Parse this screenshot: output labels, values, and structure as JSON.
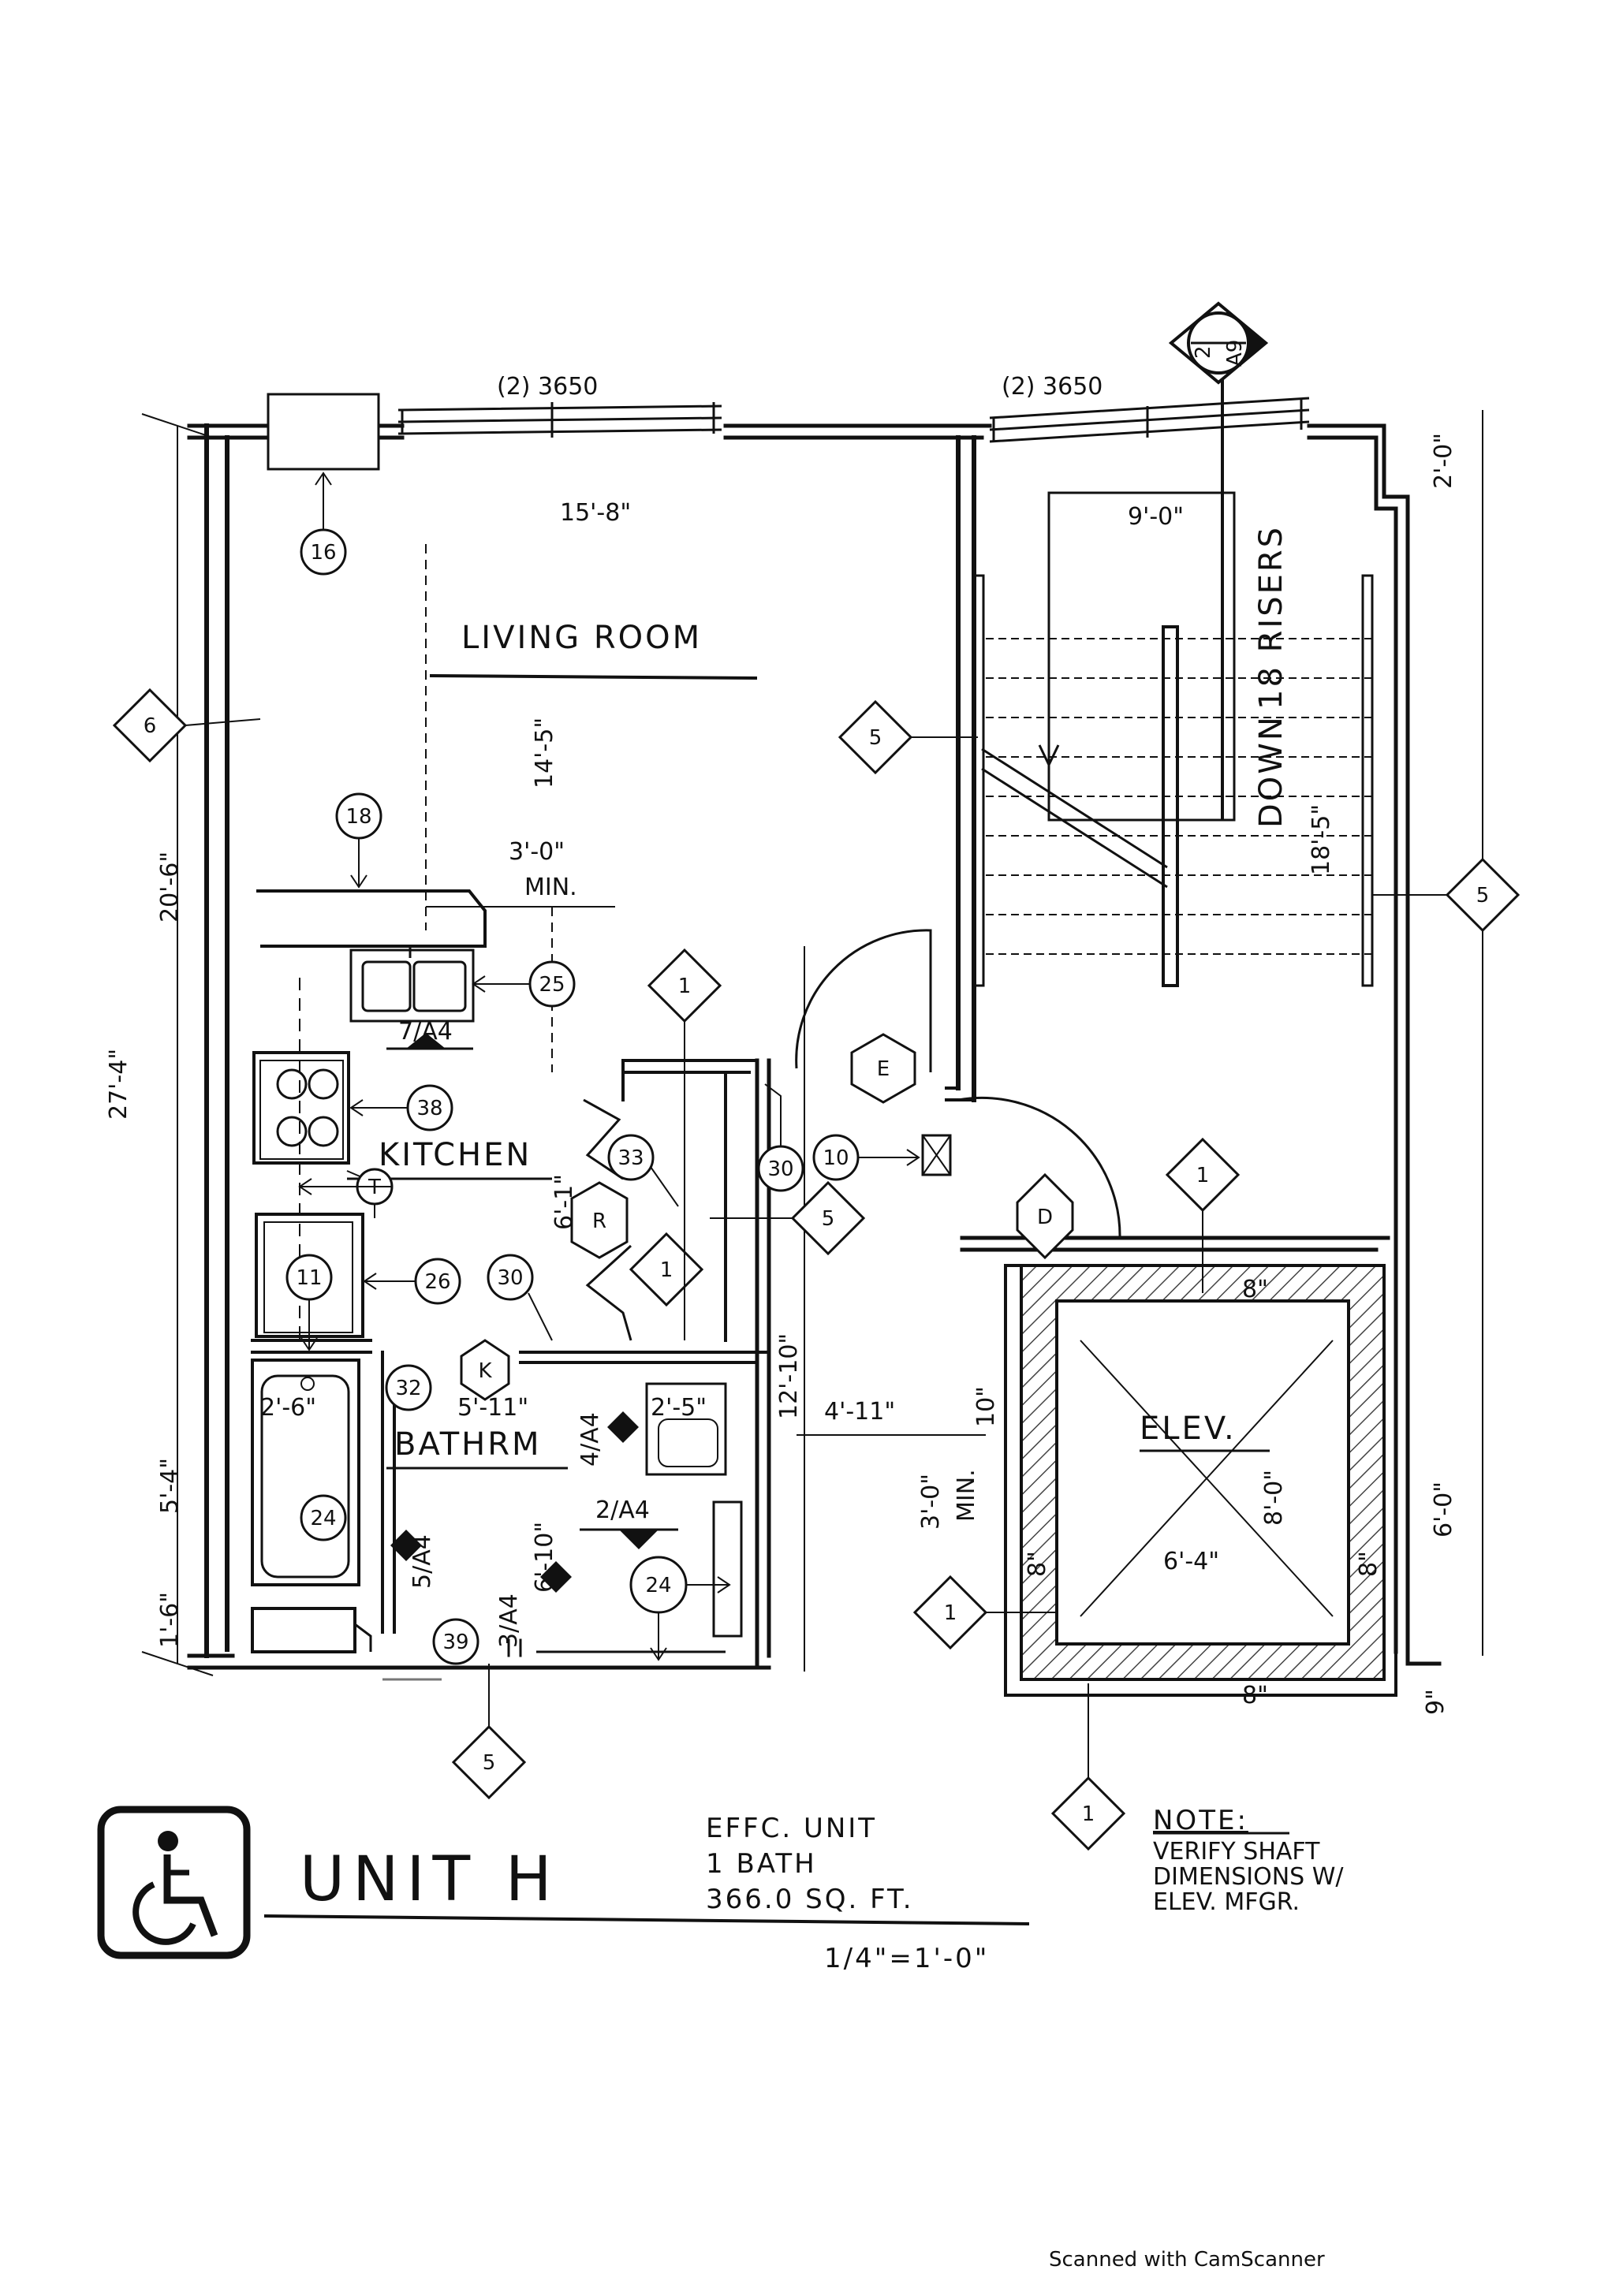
{
  "plan": {
    "window_labels": [
      "(2) 3650",
      "(2) 3650"
    ],
    "rooms": {
      "living": "LIVING ROOM",
      "kitchen": "KITCHEN",
      "bath": "BATHRM",
      "elev": "ELEV."
    },
    "stair": {
      "down_label": "DOWN",
      "risers_label": "18 RISERS",
      "run": "18'-5\"",
      "width": "9'-0\""
    },
    "dims": {
      "living_width": "15'-8\"",
      "living_depth": "14'-5\"",
      "overall_depth": "27'-4\"",
      "left_upper": "20'-6\"",
      "left_middle": "5'-4\"",
      "left_bottom": "1'-6\"",
      "kitchen_clear": "3'-0\"",
      "kitchen_clear_note": "MIN.",
      "kitchen_depth": "6'-1\"",
      "tub_width": "2'-6\"",
      "bath_width": "5'-11\"",
      "lav_width": "2'-5\"",
      "bath_depth": "6'-10\"",
      "hall_depth": "12'-10\"",
      "hall_width": "4'-11\"",
      "hall_offset": "10\"",
      "hall_clear": "3'-0\"",
      "hall_clear_note": "MIN.",
      "elev_width": "6'-4\"",
      "elev_depth": "8'-0\"",
      "shaft_top": "8\"",
      "shaft_bottom": "8\"",
      "shaft_left": "8\"",
      "shaft_right": "8\"",
      "right_top": "2'-0\"",
      "right_middle": "6'-0\"",
      "right_bottom": "9\""
    },
    "section_refs": [
      "7/A4",
      "4/A4",
      "2/A4",
      "5/A4",
      "3/A4"
    ],
    "section_marker_top": "2",
    "section_marker_bottom": "A9",
    "keynotes": [
      "16",
      "18",
      "25",
      "38",
      "26",
      "11",
      "24",
      "24",
      "32",
      "33",
      "30",
      "30",
      "10",
      "39"
    ],
    "wall_types": [
      "6",
      "5",
      "5",
      "5",
      "5",
      "1",
      "1",
      "1",
      "1"
    ],
    "door_tags": [
      "E",
      "D",
      "R",
      "K"
    ],
    "appliance_tag": "T"
  },
  "title_block": {
    "unit": "UNIT H",
    "info": [
      "EFFC. UNIT",
      "1 BATH",
      "366.0 SQ. FT."
    ],
    "scale": "1/4\"=1'-0\"",
    "note_heading": "NOTE:",
    "note_lines": [
      "VERIFY SHAFT",
      "DIMENSIONS W/",
      "ELEV. MFGR."
    ]
  },
  "footer": "Scanned with CamScanner"
}
